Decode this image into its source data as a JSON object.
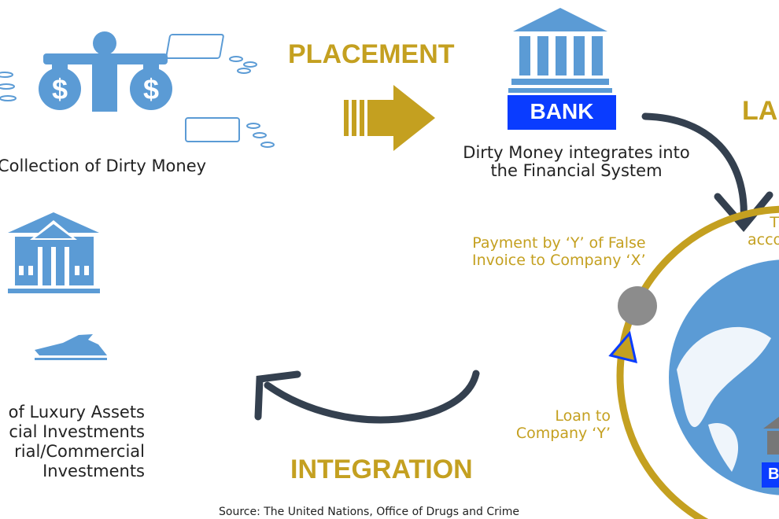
{
  "colors": {
    "gold": "#c4a020",
    "icon_blue": "#5b9bd5",
    "bank_blue": "#0a3cff",
    "arrow_dark": "#34404f",
    "grey": "#8c8c8c"
  },
  "stages": {
    "placement": "PLACEMENT",
    "layering": "LA",
    "integration": "INTEGRATION"
  },
  "collection": {
    "label": "Collection of Dirty Money"
  },
  "bank": {
    "label": "BANK",
    "caption_line1": "Dirty Money integrates into",
    "caption_line2": "the Financial System"
  },
  "layering": {
    "transfer_line1": "T",
    "transfer_line2": "acco",
    "payment_line1": "Payment by ‘Y’ of False",
    "payment_line2": "Invoice to Company ‘X’",
    "loan_line1": "Loan to",
    "loan_line2": "Company ‘Y’",
    "bank_small_label": "B"
  },
  "integration": {
    "lines": [
      "of Luxury Assets",
      "cial Investments",
      "rial/Commercial",
      "Investments"
    ]
  },
  "source": "Source: The United Nations, Office of Drugs and Crime"
}
